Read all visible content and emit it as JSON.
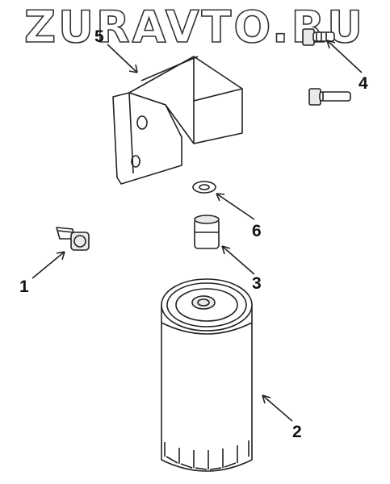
{
  "watermark": "ZURAVTO.RU",
  "callouts": [
    {
      "id": "1",
      "label": "1"
    },
    {
      "id": "2",
      "label": "2"
    },
    {
      "id": "3",
      "label": "3"
    },
    {
      "id": "4",
      "label": "4"
    },
    {
      "id": "5",
      "label": "5"
    },
    {
      "id": "6",
      "label": "6"
    }
  ],
  "colors": {
    "line": "#222222",
    "background": "#ffffff"
  }
}
